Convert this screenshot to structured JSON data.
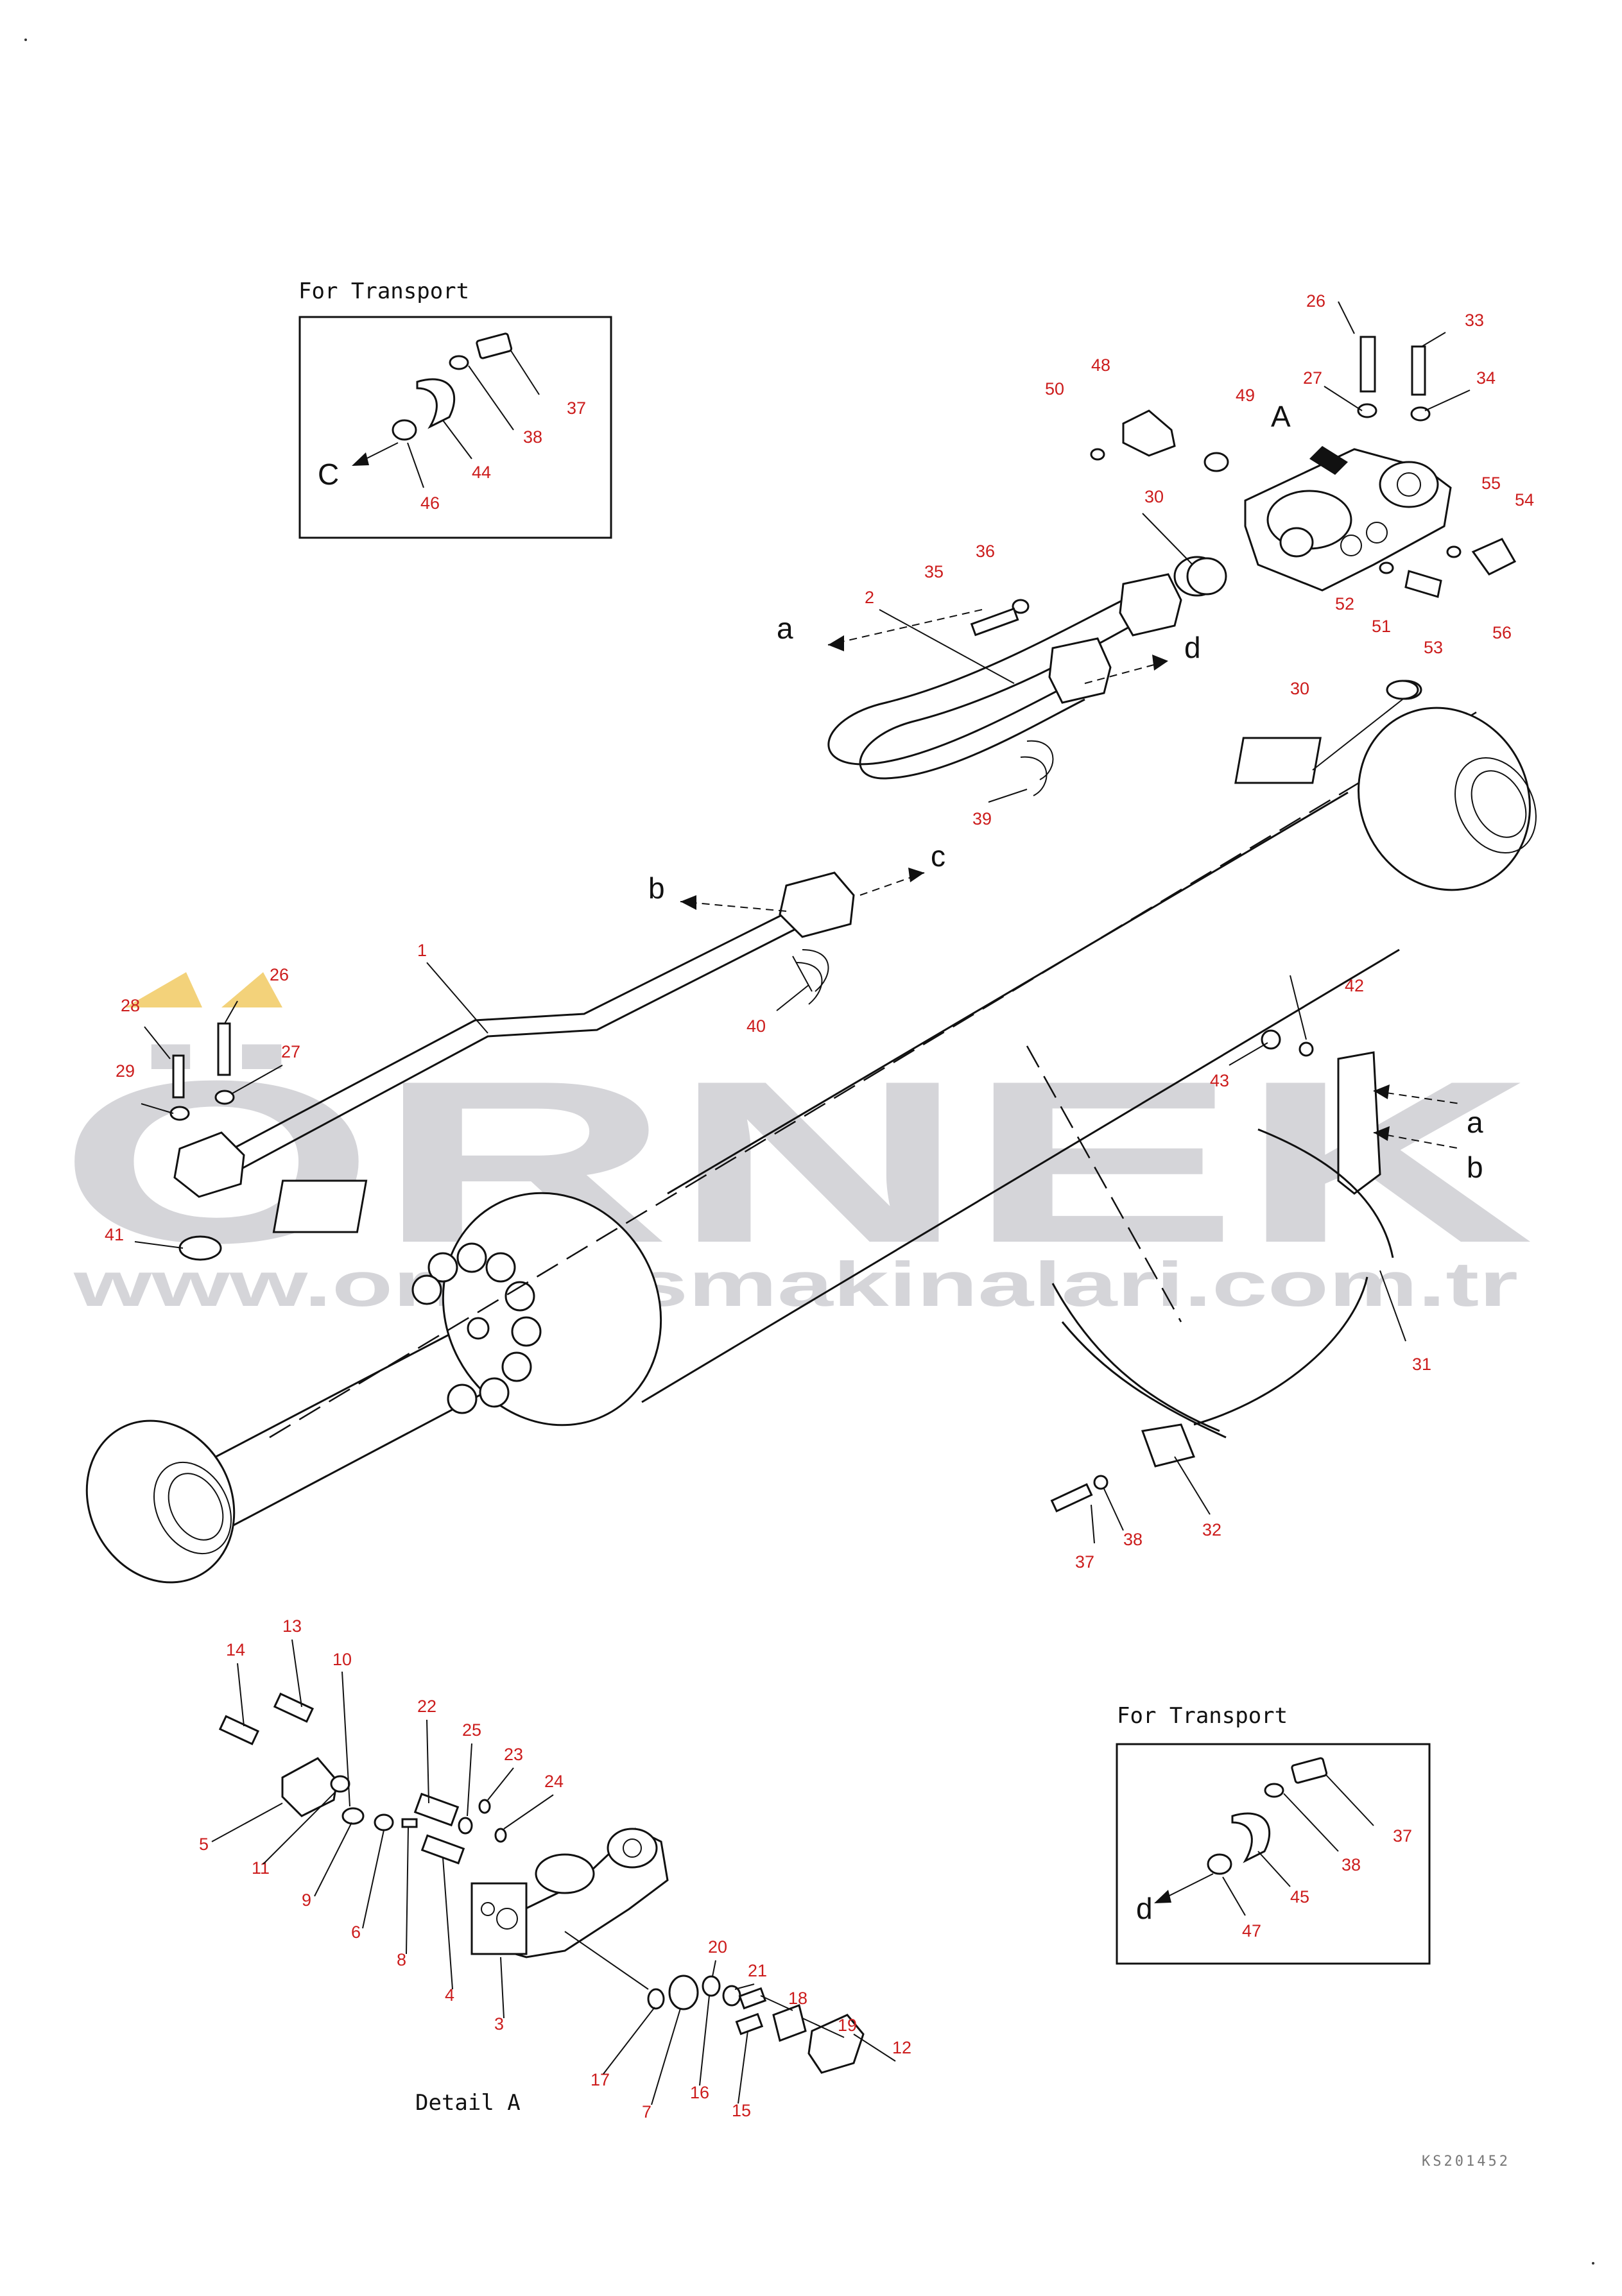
{
  "boxes": {
    "transport_top_title": "For Transport",
    "transport_bottom_title": "For Transport",
    "detail_title": "Detail A"
  },
  "watermark": {
    "brand": "ÖRNEK",
    "url": "www.ornekismakinalari.com.tr"
  },
  "drawing_code": "KS201452",
  "direction_labels": {
    "A": "A",
    "a_top": "a",
    "d_top": "d",
    "b_mid": "b",
    "c_mid": "c",
    "a_right": "a",
    "b_right": "b",
    "C_box": "C",
    "d_box": "d"
  },
  "callouts": {
    "p1": "1",
    "p2": "2",
    "p3": "3",
    "p4": "4",
    "p5": "5",
    "p6": "6",
    "p7": "7",
    "p8": "8",
    "p9": "9",
    "p10": "10",
    "p11": "11",
    "p12": "12",
    "p13": "13",
    "p14": "14",
    "p15": "15",
    "p16": "16",
    "p17": "17",
    "p18": "18",
    "p19": "19",
    "p20": "20",
    "p21": "21",
    "p22": "22",
    "p23": "23",
    "p24": "24",
    "p25": "25",
    "p26a": "26",
    "p26b": "26",
    "p27a": "27",
    "p27b": "27",
    "p28": "28",
    "p29": "29",
    "p30a": "30",
    "p30b": "30",
    "p31": "31",
    "p32": "32",
    "p33": "33",
    "p34": "34",
    "p35": "35",
    "p36": "36",
    "p37a": "37",
    "p37b": "37",
    "p37c": "37",
    "p38a": "38",
    "p38b": "38",
    "p38c": "38",
    "p39": "39",
    "p40": "40",
    "p41": "41",
    "p42": "42",
    "p43": "43",
    "p44": "44",
    "p45": "45",
    "p46": "46",
    "p47": "47",
    "p48": "48",
    "p49": "49",
    "p50": "50",
    "p51": "51",
    "p52": "52",
    "p53": "53",
    "p54": "54",
    "p55": "55",
    "p56": "56"
  },
  "colors": {
    "callout": "#cc1c1c",
    "line": "#111111",
    "watermark": "#d5d5d9",
    "watermark_accent": "#f3d27a"
  }
}
